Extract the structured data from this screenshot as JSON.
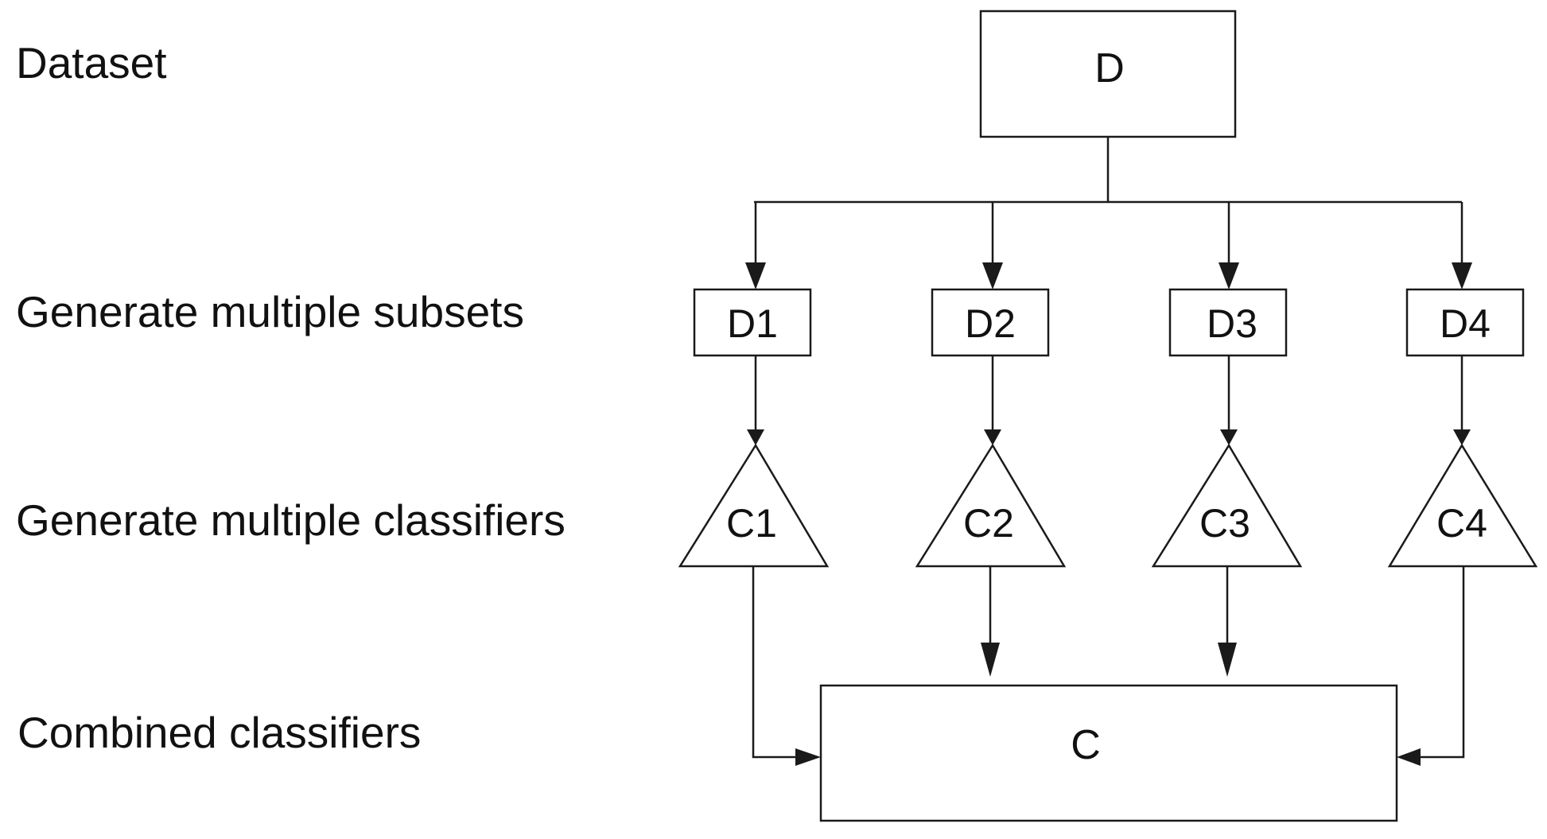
{
  "stages": {
    "dataset": "Dataset",
    "subsets": "Generate multiple subsets",
    "classifiers": "Generate multiple classifiers",
    "combined": "Combined classifiers"
  },
  "nodes": {
    "root": "D",
    "subsets": [
      "D1",
      "D2",
      "D3",
      "D4"
    ],
    "classifiers": [
      "C1",
      "C2",
      "C3",
      "C4"
    ],
    "combined": "C"
  },
  "colors": {
    "stroke": "#1a1a1a",
    "text": "#111111",
    "background": "#ffffff"
  }
}
